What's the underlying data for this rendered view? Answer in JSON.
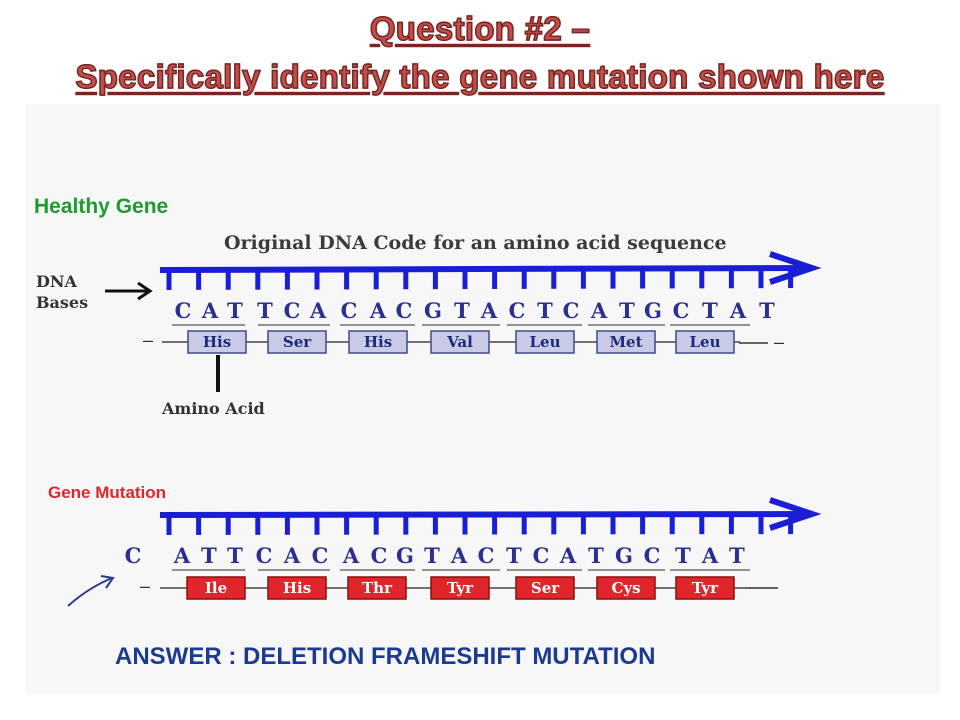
{
  "title": {
    "line1": "Question #2 –",
    "line2": "Specifically identify the gene mutation shown here"
  },
  "labels": {
    "healthy_gene": "Healthy Gene",
    "gene_mutation": "Gene Mutation",
    "answer": "ANSWER : DELETION FRAMESHIFT MUTATION"
  },
  "diagram": {
    "heading": "Original DNA Code for an amino acid sequence",
    "dna_bases_label": [
      "DNA",
      "Bases"
    ],
    "amino_acid_label": "Amino Acid",
    "healthy": {
      "bases": [
        "C",
        "A",
        "T",
        "T",
        "C",
        "A",
        "C",
        "A",
        "C",
        "G",
        "T",
        "A",
        "C",
        "T",
        "C",
        "A",
        "T",
        "G",
        "C",
        "T",
        "A",
        "T"
      ],
      "amino_acids": [
        "His",
        "Ser",
        "His",
        "Val",
        "Leu",
        "Met",
        "Leu"
      ]
    },
    "mutated": {
      "bases": [
        "C",
        "A",
        "T",
        "T",
        "C",
        "A",
        "C",
        "A",
        "C",
        "G",
        "T",
        "A",
        "C",
        "T",
        "C",
        "A",
        "T",
        "G",
        "C",
        "T",
        "A",
        "T"
      ],
      "amino_acids": [
        "Ile",
        "His",
        "Thr",
        "Tyr",
        "Ser",
        "Cys",
        "Tyr"
      ]
    },
    "colors": {
      "dna_strand": "#1a1fd6",
      "healthy_box": "#c9cbe6",
      "mutated_box": "#e0262b",
      "healthy_label": "#1f9a2e",
      "mutation_label": "#e0262b",
      "answer": "#1c3a90",
      "title": "#c0504d"
    }
  }
}
